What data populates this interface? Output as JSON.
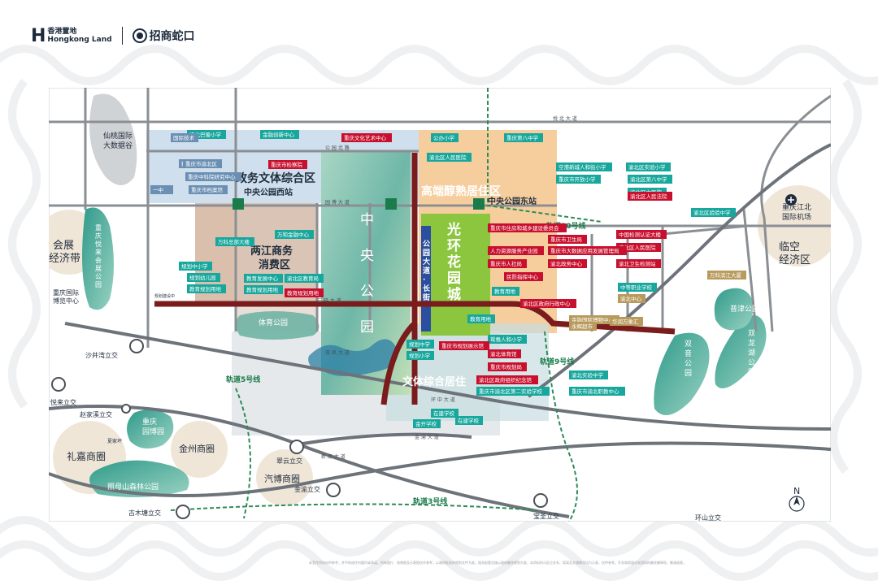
{
  "header": {
    "brand1_cn": "香港置地",
    "brand1_en": "Hongkong Land",
    "brand2_cn": "招商蛇口"
  },
  "colors": {
    "cyan_label": "#17a79c",
    "red_label": "#c8102e",
    "orange_zone": "#f4c58d",
    "blue_zone": "#c7d9ea",
    "tan_zone": "#d7b8a4",
    "green_block": "#8cc63f",
    "dark_red_road": "#7a1c1c",
    "teal_park": "#48a79a"
  },
  "map": {
    "zones": {
      "gov": "政务文体综合区",
      "highend": "高端醇熟居住区",
      "liangjiang": [
        "两江商务",
        "消费区"
      ],
      "central_park": [
        "中",
        "央",
        "公",
        "园"
      ],
      "guanghuan": [
        "光",
        "环",
        "花",
        "园",
        "城"
      ],
      "avenue": [
        "公",
        "园",
        "大",
        "道",
        "·",
        "长",
        "街"
      ],
      "wenti": "文体综合居住",
      "huizhan": [
        "会展",
        "经济带"
      ],
      "linkong": [
        "临空",
        "经济区"
      ]
    },
    "stations": {
      "west": "中央公园西站",
      "east": "中央公园东站"
    },
    "places": {
      "xiantao_l1": "仙桃国际",
      "xiantao_l2": "大数据谷",
      "airport_l1": "重庆江北",
      "airport_l2": "国际机场",
      "yuelai_park": [
        "重",
        "庆",
        "悦",
        "来",
        "会",
        "展",
        "公",
        "园"
      ],
      "expo_l1": "重庆国际",
      "expo_l2": "博览中心",
      "tiyu_park": "体育公园",
      "lijia": "礼嘉商圈",
      "jinzhou": "金州商圈",
      "qibo": "汽博商圈",
      "zhaomu": "照母山森林公园",
      "garden_expo": [
        "重庆",
        "园博园"
      ],
      "puyi": "普津公园",
      "shuangyin": [
        "双",
        "音",
        "公",
        "园"
      ],
      "shuanglong": [
        "双",
        "龙",
        "湖",
        "公",
        "园"
      ],
      "jianshe": "规划建设中"
    },
    "roads": {
      "yuanbo": "园 博 大 道",
      "gongyuan_bei": "公 园 北 路",
      "sanmu": "三 晓 大 道",
      "yuebei": "悦 北 大 道",
      "yuelai": "悦 来 大 道",
      "jinshan": "金 山 大 道",
      "zhongyangdong": "中 央 公 园 东 路",
      "shuangdong": "双 龙 大 道",
      "jinyu": "金 渝 大 道",
      "gongyuan_xi": "公 园 西 路",
      "jinyuan": "金 源 大 道",
      "yunhu": "云 湖 北 路",
      "xinzhou": "新 南 大 道",
      "gongyuan_dong": "公 园 东 路",
      "huanzhong": "环 中 大 道",
      "shuangfeng": "双 凤 大 道",
      "zhongyang": "中 央 大 道",
      "metro10": "轨道10号线",
      "metro9": "轨道9号线",
      "metro5": "轨道5号线",
      "metro3": "轨道3号线",
      "metro_small": "(规划中)"
    },
    "interchanges": {
      "shajing": "沙井湾立交",
      "yuelai": "悦来立交",
      "zhaojia": "赵家溪立交",
      "cuiyun": "翠云立交",
      "jinyu": "金渝立交",
      "gumu": "古木塘立交",
      "baosheng": "宝圣立交",
      "huanshan": "环山立交",
      "xiamen": "夏家坪"
    },
    "labels_blue": {
      "guoji_jishu": "国际技术",
      "shujiu": "数据服务中心",
      "chongqing_nbxy": "重庆市渝北区",
      "zhongke": "重庆中科院研究中心",
      "yizhong": "一中",
      "sanjia": "重庆市档案馆"
    },
    "labels_cyan": [
      "渝北巴蜀小学",
      "金融创新中心",
      "公办小学",
      "重庆第八中学",
      "渝北区人民医院",
      "空港新城人和街小学",
      "渝北区实验小学",
      "渝北区第八中学",
      "重庆市开放小学",
      "渝北区中医院",
      "渝北区验验中学",
      "规划中小学",
      "规划幼儿园",
      "教育规划用地",
      "万和金融中心",
      "教育发展中心",
      "渝北区教育局",
      "教育规划用地",
      "规划中学",
      "规划小学",
      "教育用地",
      "金开学校",
      "在建学校",
      "在建学校",
      "渝北实验中学",
      "重庆市渝北职教中心",
      "教育用地",
      "重庆市渝北区第二实验学校",
      "中等职业学校",
      "鸳鸯人和小学",
      "万科总部大楼"
    ],
    "labels_red": [
      "重庆文化艺术中心",
      "重庆市检察院",
      "重庆市档案馆",
      "重庆市住房和城乡建设委员会",
      "重庆市卫生局",
      "渝北区人民医院",
      "人力资源服务产业园",
      "重庆市大数据应用发展管理局",
      "渝北卫生检测站",
      "重庆市人社局",
      "渝北政务中心",
      "民防指挥中心",
      "渝北体育馆",
      "重庆市规划局",
      "渝北区政府组织纪念馆",
      "渝北区政府行政中心",
      "重庆市规划展示馆",
      "教育规划用地",
      "渝北区人民法院",
      "中国检测认证大楼"
    ],
    "labels_gold": [
      "万科滨江大厦",
      "金融国际博物中心",
      "渝北中心",
      "永辉超市",
      "华润万象汇"
    ],
    "compass": "N",
    "footer": "本宣传资料仅供参考，并不构成任何要约或承诺。所有图片、效果图及示意图仅作参考，以政府批准的规划文件为准。相关配套设施以政府最终规划为准，本资料所示区位关系、距离及交通情况均为示意，仅供参考。开发商保留对本资料的最终解释权，敬请留意。"
  }
}
